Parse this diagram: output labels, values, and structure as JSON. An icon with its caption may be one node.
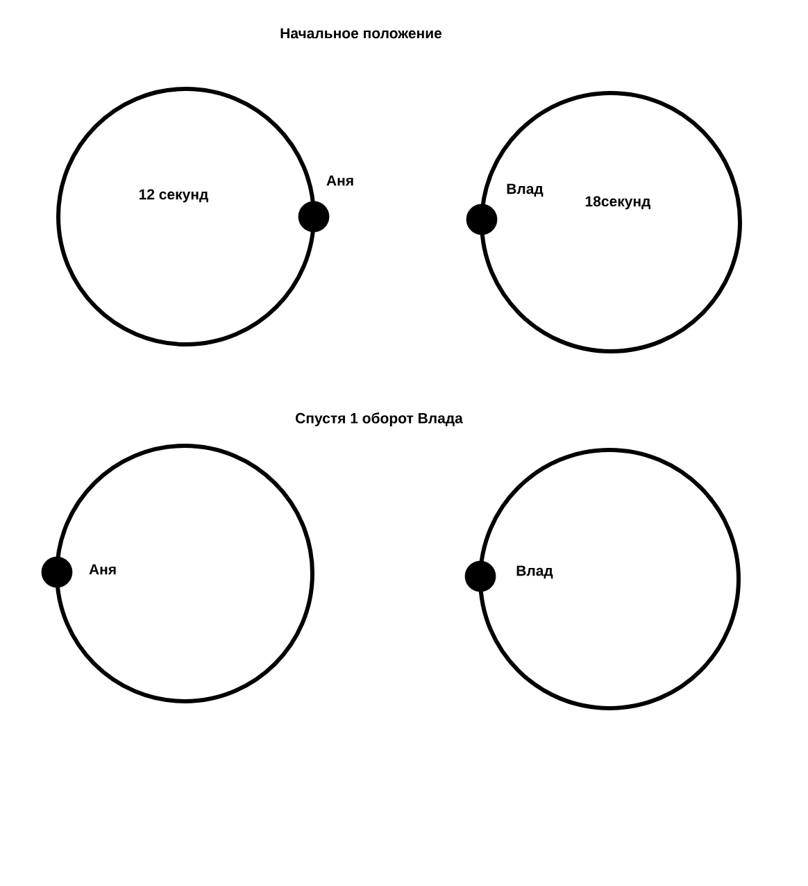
{
  "diagram": {
    "nodes": [
      {
        "text": [
          "12 секунд"
        ]
      },
      {
        "text": [],
        "shape": "circle"
      },
      {
        "text": [],
        "shape": "circle"
      },
      {
        "text": [
          "18секунд"
        ]
      },
      {
        "text": [],
        "shape": "circle"
      },
      {
        "text": [],
        "shape": "circle"
      },
      {
        "text": [],
        "shape": "circle"
      },
      {
        "text": [],
        "shape": "circle"
      }
    ],
    "labels": [
      "Начальное положение",
      "Аня",
      "Влад",
      "Спустя 1 оборот Влада",
      "Аня",
      "Влад"
    ]
  }
}
